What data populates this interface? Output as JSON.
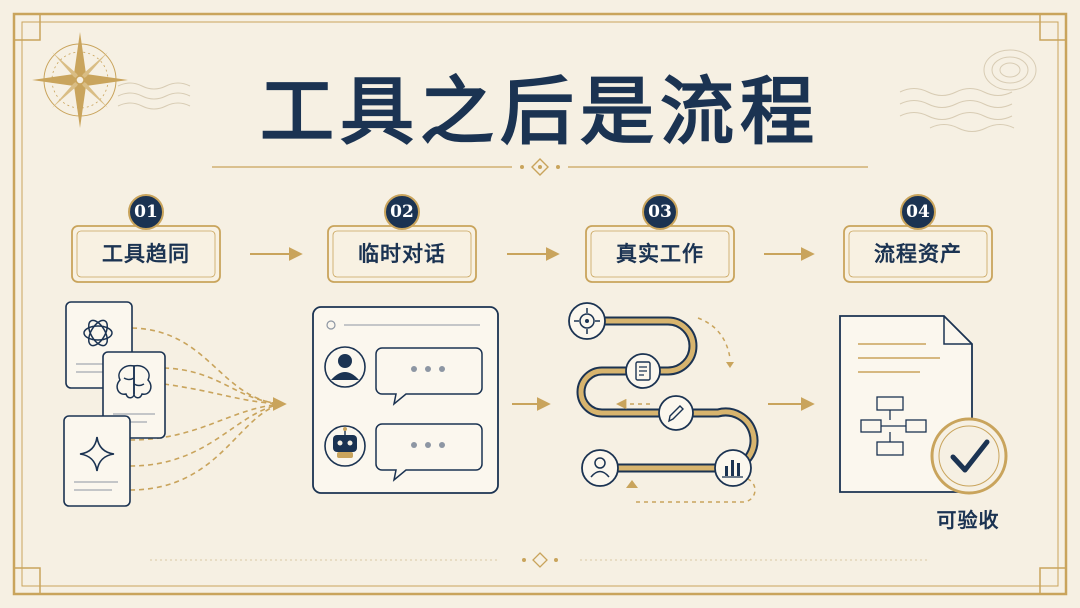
{
  "title": "工具之后是流程",
  "steps": [
    {
      "number": "01",
      "label": "工具趋同"
    },
    {
      "number": "02",
      "label": "临时对话"
    },
    {
      "number": "03",
      "label": "真实工作"
    },
    {
      "number": "04",
      "label": "流程资产"
    }
  ],
  "accept_label": "可验收",
  "colors": {
    "navy": "#1b3352",
    "gold": "#c9a45c",
    "paper": "#f6f0e3"
  },
  "icons": {
    "tool_cards": [
      "openai-logo-icon",
      "brain-icon",
      "sparkle-icon"
    ],
    "chat": [
      "user-avatar-icon",
      "robot-avatar-icon",
      "typing-dots-icon"
    ],
    "workflow_nodes": [
      "target-icon",
      "document-icon",
      "pencil-icon",
      "user-icon",
      "bar-chart-icon"
    ],
    "asset": [
      "flowchart-icon",
      "checkmark-icon"
    ]
  }
}
